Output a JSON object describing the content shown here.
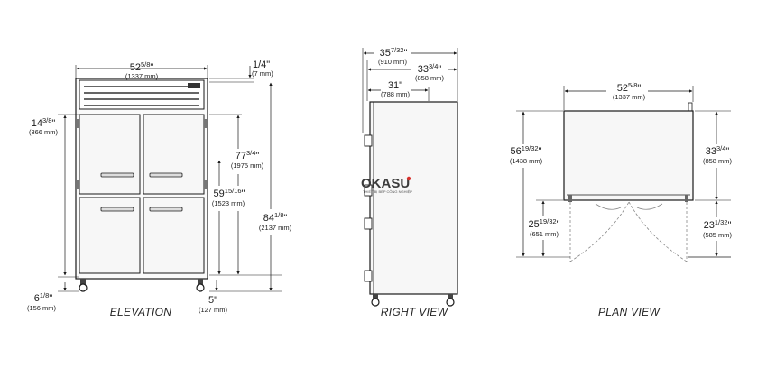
{
  "elevation": {
    "caption": "ELEVATION",
    "dims": {
      "width": {
        "main": "52",
        "frac": "5/8",
        "unit": "\"",
        "mm": "(1337 mm)"
      },
      "top_gap": {
        "main": "1/4\"",
        "mm": "(7 mm)"
      },
      "door_top": {
        "main": "14",
        "frac": "3/8",
        "unit": "\"",
        "mm": "(366 mm)"
      },
      "door_height": {
        "main": "77",
        "frac": "3/4",
        "unit": "\"",
        "mm": "(1975 mm)"
      },
      "half_height": {
        "main": "59",
        "frac": "15/16",
        "unit": "\"",
        "mm": "(1523 mm)"
      },
      "total_height": {
        "main": "84",
        "frac": "1/8",
        "unit": "\"",
        "mm": "(2137 mm)"
      },
      "leg_left": {
        "main": "6",
        "frac": "1/8",
        "unit": "\"",
        "mm": "(156 mm)"
      },
      "leg_right": {
        "main": "5\"",
        "mm": "(127 mm)"
      }
    }
  },
  "right_view": {
    "caption": "RIGHT VIEW",
    "dims": {
      "overall": {
        "main": "35",
        "frac": "7/32",
        "unit": "\"",
        "mm": "(910 mm)"
      },
      "body": {
        "main": "33",
        "frac": "3/4",
        "unit": "\"",
        "mm": "(858 mm)"
      },
      "inner": {
        "main": "31\"",
        "mm": "(788 mm)"
      }
    }
  },
  "plan_view": {
    "caption": "PLAN VIEW",
    "dims": {
      "width": {
        "main": "52",
        "frac": "5/8",
        "unit": "\"",
        "mm": "(1337 mm)"
      },
      "total_depth": {
        "main": "56",
        "frac": "19/32",
        "unit": "\"",
        "mm": "(1438 mm)"
      },
      "door_swing": {
        "main": "25",
        "frac": "19/32",
        "unit": "\"",
        "mm": "(651 mm)"
      },
      "body_depth": {
        "main": "33",
        "frac": "3/4",
        "unit": "\"",
        "mm": "(858 mm)"
      },
      "door_swing_r": {
        "main": "23",
        "frac": "1/32",
        "unit": "\"",
        "mm": "(585 mm)"
      }
    }
  },
  "watermark": {
    "brand": "OKASU",
    "tagline": "THIẾT BỊ BẾP CÔNG NGHIỆP"
  },
  "colors": {
    "line": "#1a1a1a",
    "panel": "#f7f7f7",
    "grille": "#555555",
    "brand_red": "#d8312c"
  }
}
